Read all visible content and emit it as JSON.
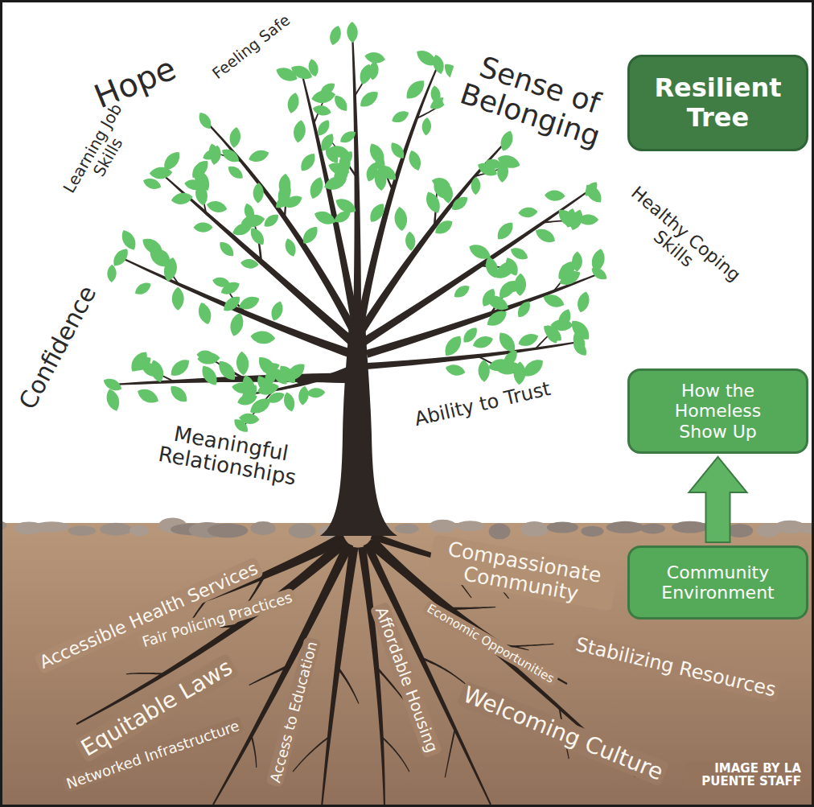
{
  "diagram": {
    "nodes": [
      {
        "text": [
          "Resilient Tree"
        ]
      },
      {
        "text": [
          "How the Homeless Show Up"
        ]
      },
      {
        "text": [
          "Community Environment"
        ]
      }
    ],
    "edges": [
      {
        "from": 2,
        "to": 1,
        "arrow": "to"
      }
    ],
    "labels": [
      "Feeling Safe",
      "Hope",
      "Sense of Belonging",
      "Learning Job Skills",
      "Healthy Coping Skills",
      "Confidence",
      "Meaningful Relationships",
      "Ability to Trust",
      "Accessible Health Services",
      "Compassionate Community",
      "Fair Policing Practices",
      "Economic Opportunities",
      "Stabilizing Resources",
      "Equitable Laws",
      "Affordable Housing",
      "Access to Education",
      "Welcoming Culture",
      "Networked Infrastructure",
      "IMAGE BY LA PUENTE STAFF"
    ]
  }
}
